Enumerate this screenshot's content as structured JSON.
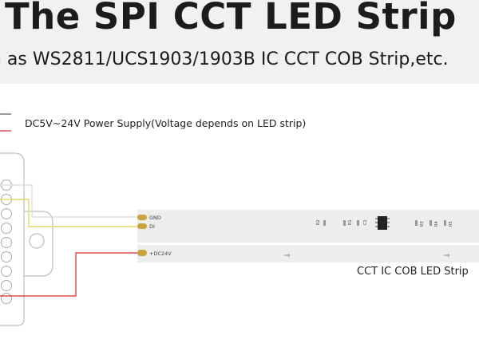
{
  "header": {
    "title": "The SPI CCT LED Strip",
    "subtitle": "n as WS2811/UCS1903/1903B IC CCT COB Strip,etc."
  },
  "power_supply": {
    "label": "DC5V~24V Power Supply(Voltage depends on LED strip)"
  },
  "strip": {
    "caption": "CCT IC COB LED Strip",
    "pads": {
      "gnd": "GND",
      "di": "DI",
      "power": "+DC24V"
    },
    "components": [
      "R2",
      "R1",
      "C1",
      "R3",
      "R4",
      "R5"
    ],
    "arrow_glyph": "⇒"
  },
  "colors": {
    "header_band": "#f1f1f1",
    "strip_body": "#ededed",
    "pad": "#c8a23c",
    "wire_gnd": "#d9d9d9",
    "wire_data": "#e4d86a",
    "wire_power": "#d2262b",
    "wire_black": "#333333"
  }
}
